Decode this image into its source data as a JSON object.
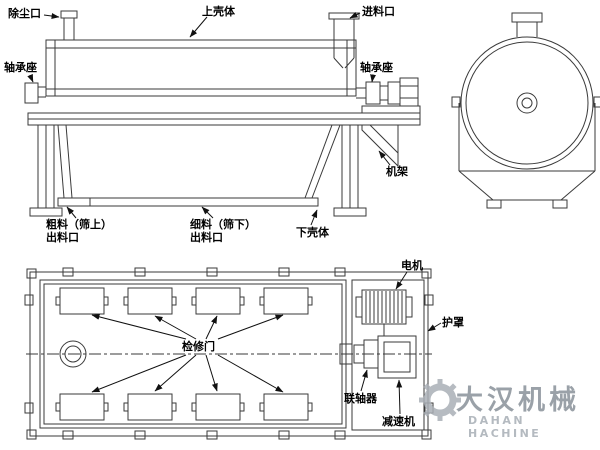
{
  "diagram": {
    "stroke_color": "#3a3a3a",
    "leader_color": "#111111",
    "background": "#ffffff"
  },
  "side_view_labels": {
    "dust_port": "除尘口",
    "upper_casing": "上壳体",
    "feed_inlet": "进料口",
    "bearing_seat_left": "轴承座",
    "bearing_seat_right": "轴承座",
    "frame": "机架",
    "coarse_outlet": {
      "line1": "粗料（筛上）",
      "line2": "出料口"
    },
    "fine_outlet": {
      "line1": "细料（筛下）",
      "line2": "出料口"
    },
    "lower_casing": "下壳体"
  },
  "top_view_labels": {
    "motor": "电机",
    "guard": "护罩",
    "inspection_door": "检修门",
    "coupling": "联轴器",
    "reducer": "减速机"
  },
  "watermark": {
    "brand_cn": "大汉机械",
    "brand_en": "DAHAN HACHINE",
    "color": "#9aa1a8"
  }
}
